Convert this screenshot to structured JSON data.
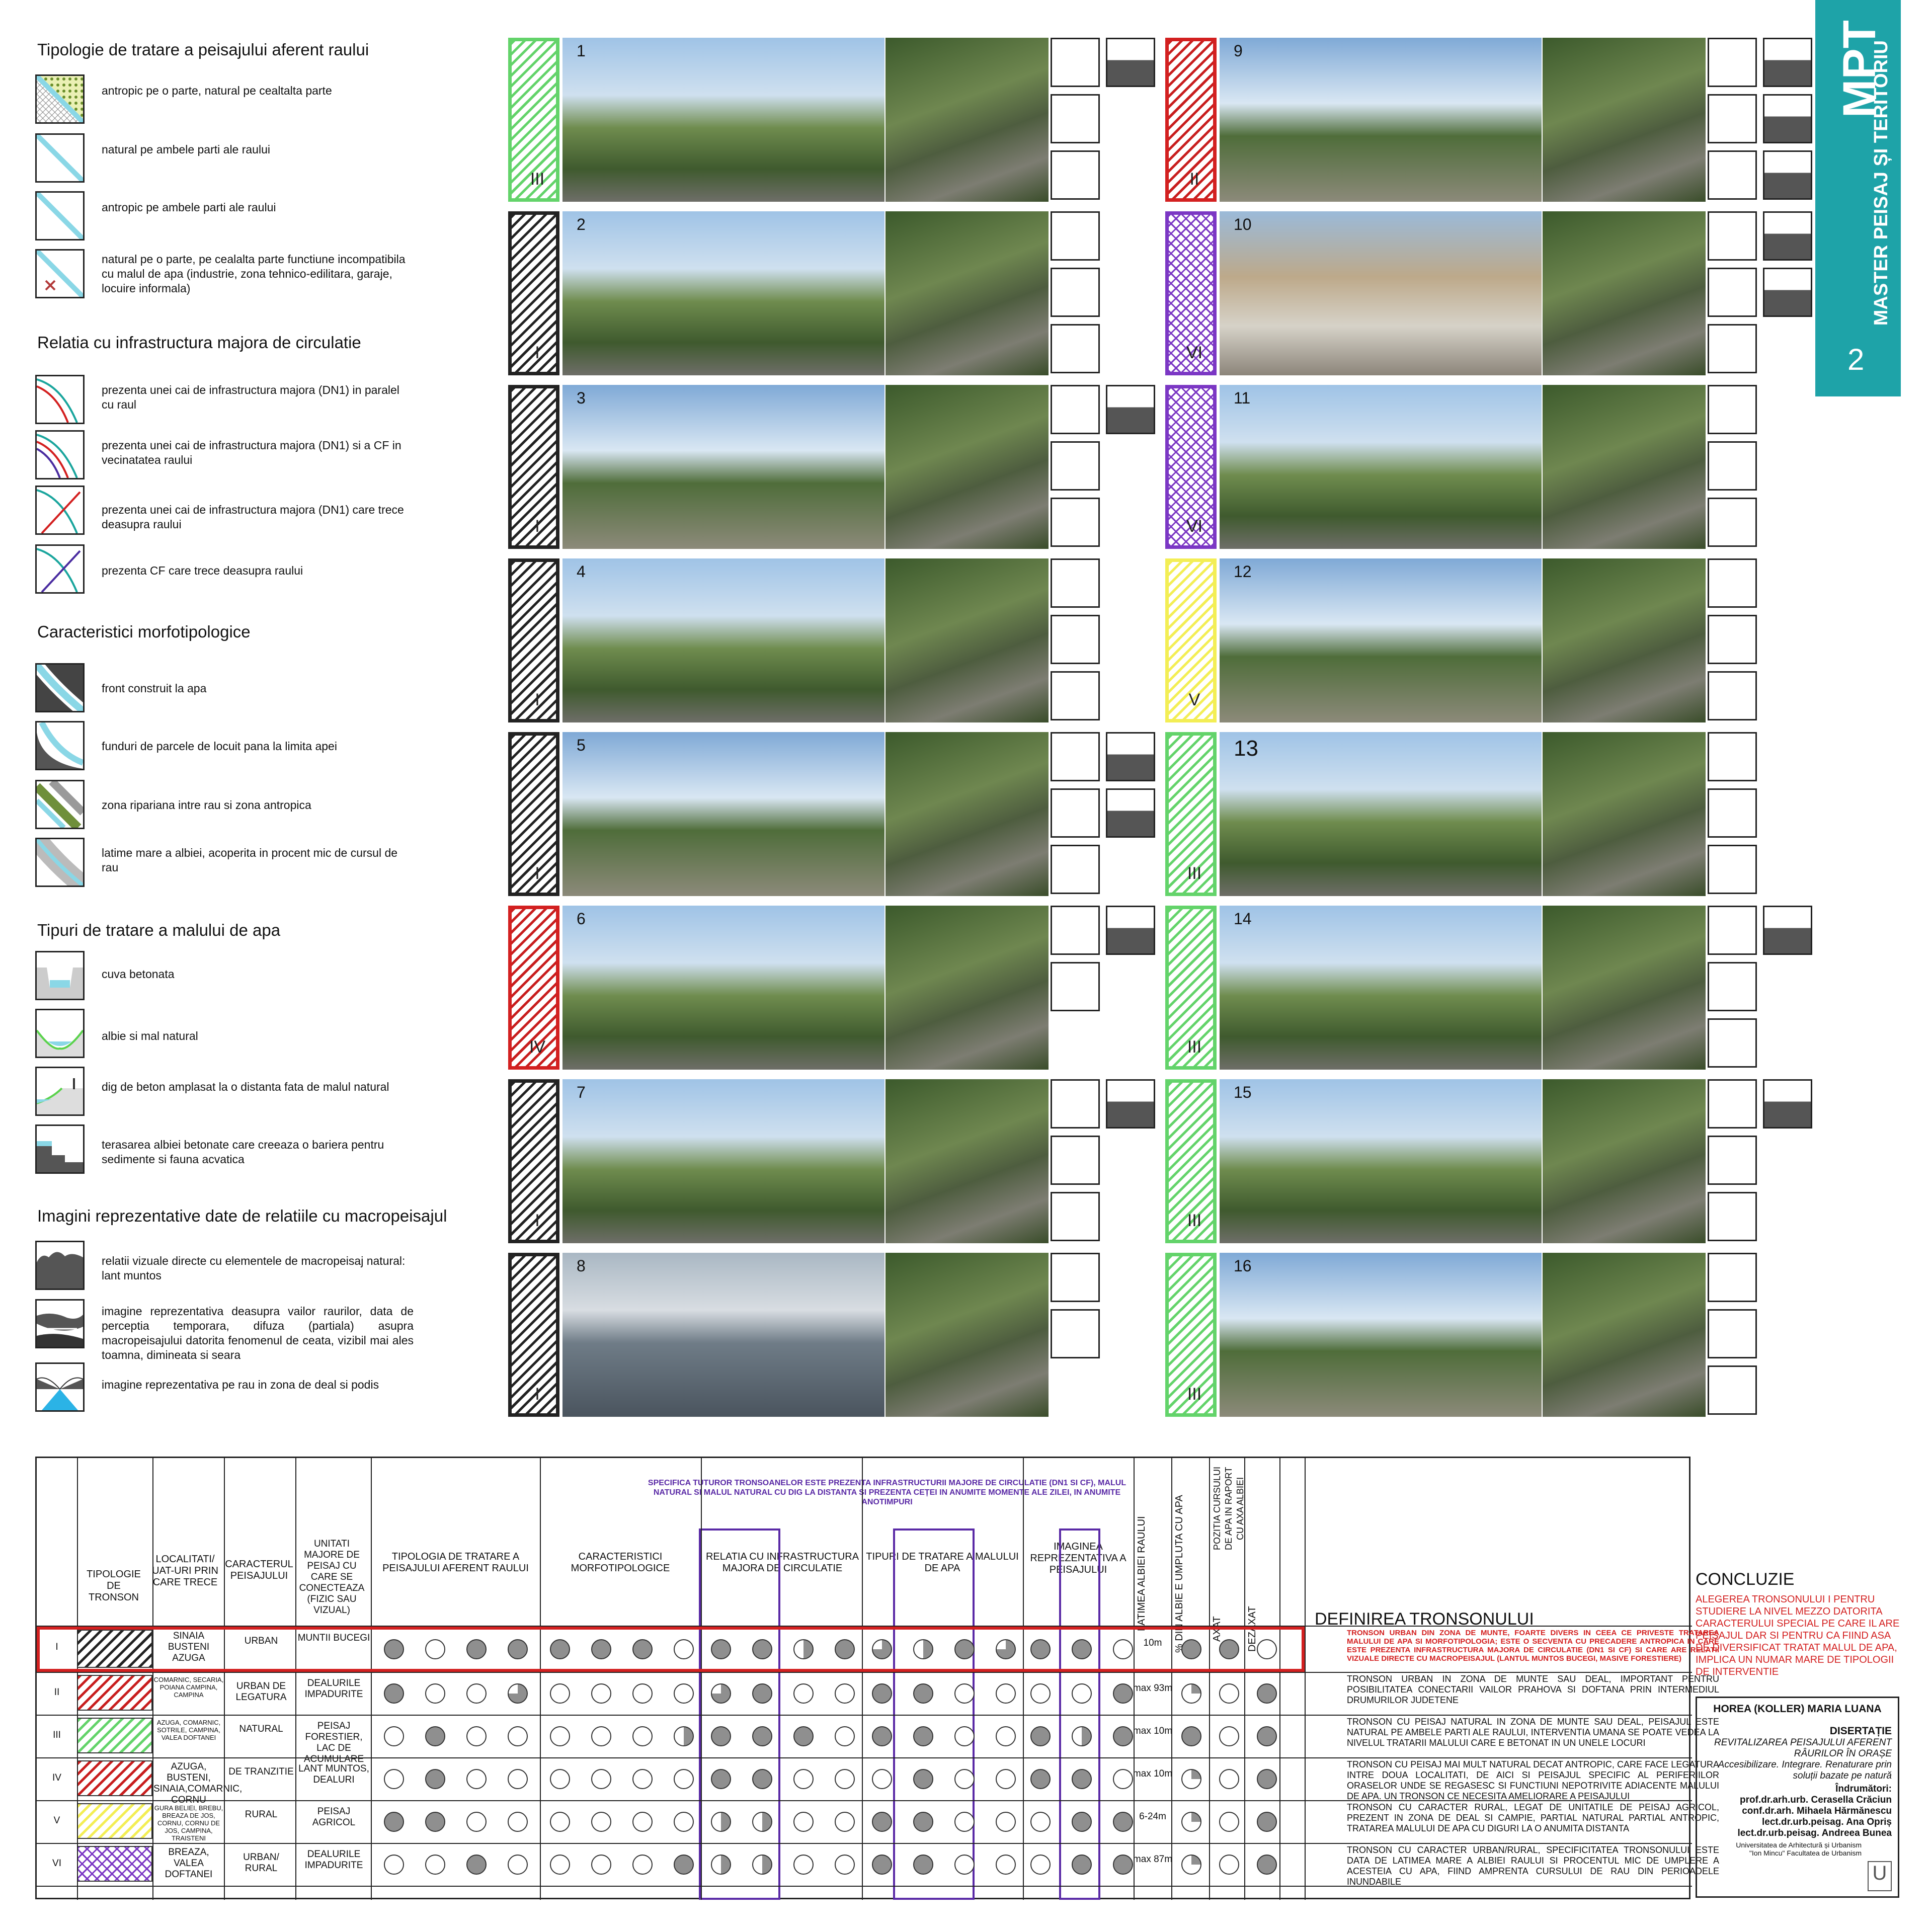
{
  "legend": {
    "sections": [
      {
        "title": "Tipologie de tratare a peisajului aferent raului",
        "items": [
          {
            "icon": "anthropic-natural-icon",
            "text": "antropic pe o parte, natural pe cealtalta parte"
          },
          {
            "icon": "natural-both-icon",
            "text": "natural pe ambele parti ale raului"
          },
          {
            "icon": "anthropic-both-icon",
            "text": "antropic pe ambele parti ale raului"
          },
          {
            "icon": "incompatible-function-icon",
            "text": "natural pe o parte, pe cealalta parte functiune incompatibila cu malul de apa (industrie, zona tehnico-edilitara, garaje, locuire informala)"
          }
        ]
      },
      {
        "title": "Relatia cu infrastructura majora de circulatie",
        "items": [
          {
            "icon": "dn1-parallel-icon",
            "text": "prezenta unei cai de infrastructura majora (DN1) in paralel cu raul"
          },
          {
            "icon": "dn1-railway-icon",
            "text": "prezenta unei cai de infrastructura majora (DN1) si a CF in vecinatatea raului"
          },
          {
            "icon": "dn1-crossing-icon",
            "text": "prezenta unei cai de infrastructura majora (DN1) care trece deasupra raului"
          },
          {
            "icon": "railway-crossing-icon",
            "text": "prezenta CF care trece deasupra raului"
          }
        ]
      },
      {
        "title": "Caracteristici morfotipologice",
        "items": [
          {
            "icon": "built-front-icon",
            "text": "front construit la apa"
          },
          {
            "icon": "plot-backs-icon",
            "text": "funduri de parcele de locuit pana la limita apei"
          },
          {
            "icon": "riparian-zone-icon",
            "text": "zona ripariana intre rau si zona antropica"
          },
          {
            "icon": "wide-bed-icon",
            "text": "latime mare a albiei, acoperita in procent mic de cursul de rau"
          }
        ]
      },
      {
        "title": "Tipuri de tratare a malului de apa",
        "items": [
          {
            "icon": "concrete-basin-icon",
            "text": "cuva betonata"
          },
          {
            "icon": "natural-bank-icon",
            "text": "albie si mal natural"
          },
          {
            "icon": "concrete-dike-icon",
            "text": "dig de beton amplasat la o distanta fata de malul natural"
          },
          {
            "icon": "terracing-icon",
            "text": "terasarea albiei betonate care creeaza o bariera pentru sedimente si fauna acvatica"
          }
        ]
      },
      {
        "title": "Imagini reprezentative date de relatiile cu macropeisajul",
        "items": [
          {
            "icon": "mountain-view-icon",
            "text": "relatii vizuale directe cu elementele de macropeisaj natural: lant muntos"
          },
          {
            "icon": "fog-view-icon",
            "text": "imagine reprezentativa deasupra vailor raurilor, data de perceptia temporara, difuza (partiala) asupra macropeisajului datorita fenomenul de ceata, vizibil mai ales toamna, dimineata si seara"
          },
          {
            "icon": "hill-river-icon",
            "text": "imagine reprezentativa pe rau in zona de deal si podis"
          }
        ]
      }
    ]
  },
  "segments": [
    {
      "num": "1",
      "roman": "III",
      "hatch": "green"
    },
    {
      "num": "2",
      "roman": "I",
      "hatch": "black"
    },
    {
      "num": "3",
      "roman": "I",
      "hatch": "black"
    },
    {
      "num": "4",
      "roman": "I",
      "hatch": "black"
    },
    {
      "num": "5",
      "roman": "I",
      "hatch": "black"
    },
    {
      "num": "6",
      "roman": "IV",
      "hatch": "red"
    },
    {
      "num": "7",
      "roman": "I",
      "hatch": "black"
    },
    {
      "num": "8",
      "roman": "I",
      "hatch": "black"
    },
    {
      "num": "9",
      "roman": "II",
      "hatch": "red"
    },
    {
      "num": "10",
      "roman": "VI",
      "hatch": "purple"
    },
    {
      "num": "11",
      "roman": "VI",
      "hatch": "purple"
    },
    {
      "num": "12",
      "roman": "V",
      "hatch": "yellow"
    },
    {
      "num": "13",
      "roman": "III",
      "hatch": "green"
    },
    {
      "num": "14",
      "roman": "III",
      "hatch": "green"
    },
    {
      "num": "15",
      "roman": "III",
      "hatch": "green"
    },
    {
      "num": "16",
      "roman": "III",
      "hatch": "green"
    }
  ],
  "banner": {
    "title": "MPT",
    "subtitle": "MASTER PEISAJ ȘI TERITORIU",
    "page": "2"
  },
  "table": {
    "note": "SPECIFICA TUTUROR TRONSOANELOR ESTE PREZENTA INFRASTRUCTURII MAJORE DE CIRCULATIE (DN1 SI CF), MALUL NATURAL SI MALUL NATURAL CU DIG LA DISTANTA SI PREZENTA CEȚEI IN ANUMITE MOMENTE ALE ZILEI, IN ANUMITE ANOTIMPURI",
    "headers": {
      "typology": "TIPOLOGIE DE TRONSON",
      "localities": "LOCALITATI/ UAT-URI PRIN CARE TRECE",
      "character": "CARACTERUL PEISAJULUI",
      "units": "UNITATI MAJORE DE PEISAJ CU CARE SE CONECTEAZA (FIZIC SAU VIZUAL)",
      "treatment": "TIPOLOGIA DE TRATARE A PEISAJULUI AFERENT RAULUI",
      "morpho": "CARACTERISTICI MORFOTIPOLOGICE",
      "infra": "RELATIA CU INFRASTRUCTURA MAJORA DE CIRCULATIE",
      "bank": "TIPURI DE TRATARE A MALULUI DE APA",
      "images": "IMAGINEA REPREZENTATIVA A PEISAJULUI",
      "width": "LATIMEA ALBIEI RAULUI",
      "percent": "% DIN ALBIE E UMPLUTA CU APA",
      "position": "POZITIA CURSULUI DE APA IN RAPORT CU AXA ALBIEI",
      "axial": "AXAT",
      "offset": "DEZAXAT",
      "definition": "DEFINIREA TRONSONULUI"
    },
    "rows": [
      {
        "roman": "I",
        "hatch": "black",
        "localities": "SINAIA BUSTENI AZUGA",
        "character": "URBAN",
        "units": "MUNTII BUCEGI",
        "width": "10m",
        "dots": [
          "full",
          "empty",
          "full",
          "full",
          "full",
          "full",
          "full",
          "empty",
          "full",
          "full",
          "half",
          "full",
          "3q",
          "half",
          "full",
          "3q",
          "full",
          "full",
          "empty",
          "full",
          "full",
          "empty"
        ],
        "definition": "TRONSON URBAN DIN ZONA DE MUNTE, FOARTE DIVERS IN CEEA CE PRIVESTE TRATAREA MALULUI DE APA SI MORFOTIPOLOGIA; ESTE O SECVENTA CU PRECADERE ANTROPICA IN CARE ESTE PREZENTA INFRASTRUCTURA MAJORA DE CIRCULATIE (DN1 SI CF) SI CARE ARE RELATII VIZUALE DIRECTE CU MACROPEISAJUL (LANTUL MUNTOS BUCEGI, MASIVE FORESTIERE)"
      },
      {
        "roman": "II",
        "hatch": "red",
        "localities": "COMARNIC, SECARIA, POIANA CAMPINA, CAMPINA",
        "character": "URBAN DE LEGATURA",
        "units": "DEALURILE IMPADURITE",
        "width": "max 93m",
        "dots": [
          "full",
          "empty",
          "empty",
          "3q",
          "empty",
          "empty",
          "empty",
          "empty",
          "3q",
          "full",
          "empty",
          "empty",
          "full",
          "full",
          "empty",
          "empty",
          "empty",
          "empty",
          "full",
          "q",
          "empty",
          "full"
        ],
        "definition": "TRONSON URBAN IN ZONA DE MUNTE SAU DEAL, IMPORTANT PENTRU POSIBILITATEA CONECTARII VAILOR PRAHOVA SI DOFTANA PRIN INTERMEDIUL DRUMURILOR JUDETENE"
      },
      {
        "roman": "III",
        "hatch": "green",
        "localities": "AZUGA, COMARNIC, SOTRILE, CAMPINA, VALEA DOFTANEI",
        "character": "NATURAL",
        "units": "PEISAJ FORESTIER, LAC DE ACUMULARE",
        "width": "max 10m",
        "dots": [
          "empty",
          "full",
          "empty",
          "empty",
          "empty",
          "empty",
          "empty",
          "half",
          "full",
          "full",
          "full",
          "empty",
          "full",
          "full",
          "empty",
          "empty",
          "full",
          "half",
          "full",
          "full",
          "empty",
          "full"
        ],
        "definition": "TRONSON CU PEISAJ NATURAL IN ZONA DE MUNTE SAU DEAL, PEISAJUL ESTE NATURAL PE AMBELE PARTI ALE RAULUI, INTERVENTIA UMANA SE POATE VEDEA LA NIVELUL TRATARII MALULUI CARE E BETONAT IN UN UNELE LOCURI"
      },
      {
        "roman": "IV",
        "hatch": "red",
        "localities": "AZUGA, BUSTENI, SINAIA,COMARNIC, CORNU",
        "character": "DE TRANZITIE",
        "units": "LANT MUNTOS, DEALURI",
        "width": "max 10m",
        "dots": [
          "empty",
          "full",
          "empty",
          "empty",
          "empty",
          "empty",
          "empty",
          "empty",
          "full",
          "full",
          "empty",
          "empty",
          "empty",
          "full",
          "empty",
          "empty",
          "full",
          "full",
          "empty",
          "q",
          "empty",
          "full"
        ],
        "definition": "TRONSON CU PEISAJ MAI MULT NATURAL DECAT ANTROPIC, CARE FACE LEGATURA INTRE DOUA LOCALITATI, DE AICI SI PEISAJUL SPECIFIC AL PERIFERIILOR ORASELOR UNDE SE REGASESC SI FUNCTIUNI NEPOTRIVITE ADIACENTE MALULUI DE APA. UN TRONSON CE NECESITA AMELIORARE A PEISAJULUI"
      },
      {
        "roman": "V",
        "hatch": "yellow",
        "localities": "GURA BELIEI, BREBU, BREAZA DE JOS, CORNU, CORNU DE JOS, CAMPINA, TRAISTENI",
        "character": "RURAL",
        "units": "PEISAJ AGRICOL",
        "width": "6-24m",
        "dots": [
          "full",
          "full",
          "empty",
          "empty",
          "empty",
          "empty",
          "empty",
          "empty",
          "half",
          "half",
          "empty",
          "empty",
          "full",
          "full",
          "empty",
          "empty",
          "empty",
          "full",
          "full",
          "q",
          "empty",
          "full"
        ],
        "definition": "TRONSON CU CARACTER RURAL, LEGAT DE UNITATILE DE PEISAJ AGRICOL, PREZENT IN ZONA DE DEAL SI CAMPIE, PARTIAL NATURAL PARTIAL ANTROPIC, TRATAREA MALULUI DE APA CU DIGURI LA O ANUMITA DISTANTA"
      },
      {
        "roman": "VI",
        "hatch": "purple",
        "localities": "BREAZA, VALEA DOFTANEI",
        "character": "URBAN/ RURAL",
        "units": "DEALURILE IMPADURITE",
        "width": "max 87m",
        "dots": [
          "empty",
          "empty",
          "full",
          "empty",
          "empty",
          "empty",
          "empty",
          "full",
          "half",
          "half",
          "empty",
          "empty",
          "full",
          "full",
          "empty",
          "empty",
          "empty",
          "full",
          "full",
          "q",
          "empty",
          "full"
        ],
        "definition": "TRONSON CU CARACTER URBAN/RURAL, SPECIFICITATEA TRONSONULUI ESTE DATA DE LATIMEA MARE A ALBIEI RAULUI SI PROCENTUL MIC DE UMPLERE A ACESTEIA CU APA, FIIND AMPRENTA CURSULUI DE RAU DIN PERIOADELE INUNDABILE"
      }
    ]
  },
  "conclusion": {
    "title": "CONCLUZIE",
    "text": "ALEGEREA TRONSONULUI I PENTRU STUDIERE LA NIVEL MEZZO DATORITA CARACTERULUI SPECIAL PE CARE IL ARE PEISAJUL DAR SI PENTRU CA FIIND ASA DE DIVERSIFICAT TRATAT MALUL DE APA, IMPLICA UN NUMAR MARE DE TIPOLOGII DE INTERVENTIE"
  },
  "title_block": {
    "author": "HOREA (KOLLER) MARIA LUANA",
    "type": "DISERTAȚIE",
    "theme": "REVITALIZAREA PEISAJULUI AFERENT RÂURILOR ÎN ORAȘE",
    "subtitle": "Accesibilizare. Integrare. Renaturare prin soluții bazate pe natură",
    "advisors_label": "Îndrumători:",
    "advisors": [
      "prof.dr.arh.urb. Cerasella Crăciun",
      "conf.dr.arh. Mihaela Hărmănescu",
      "lect.dr.urb.peisag. Ana Opriș",
      "lect.dr.urb.peisag. Andreea Bunea"
    ],
    "university": "Universitatea de Arhitectură și Urbanism \"Ion Mincu\" Facultatea de Urbanism"
  },
  "colors": {
    "teal": "#1ea3a8",
    "red": "#c81e1e",
    "purple": "#5a2aa6",
    "green": "#63d36a",
    "yellow": "#f3ee55"
  }
}
